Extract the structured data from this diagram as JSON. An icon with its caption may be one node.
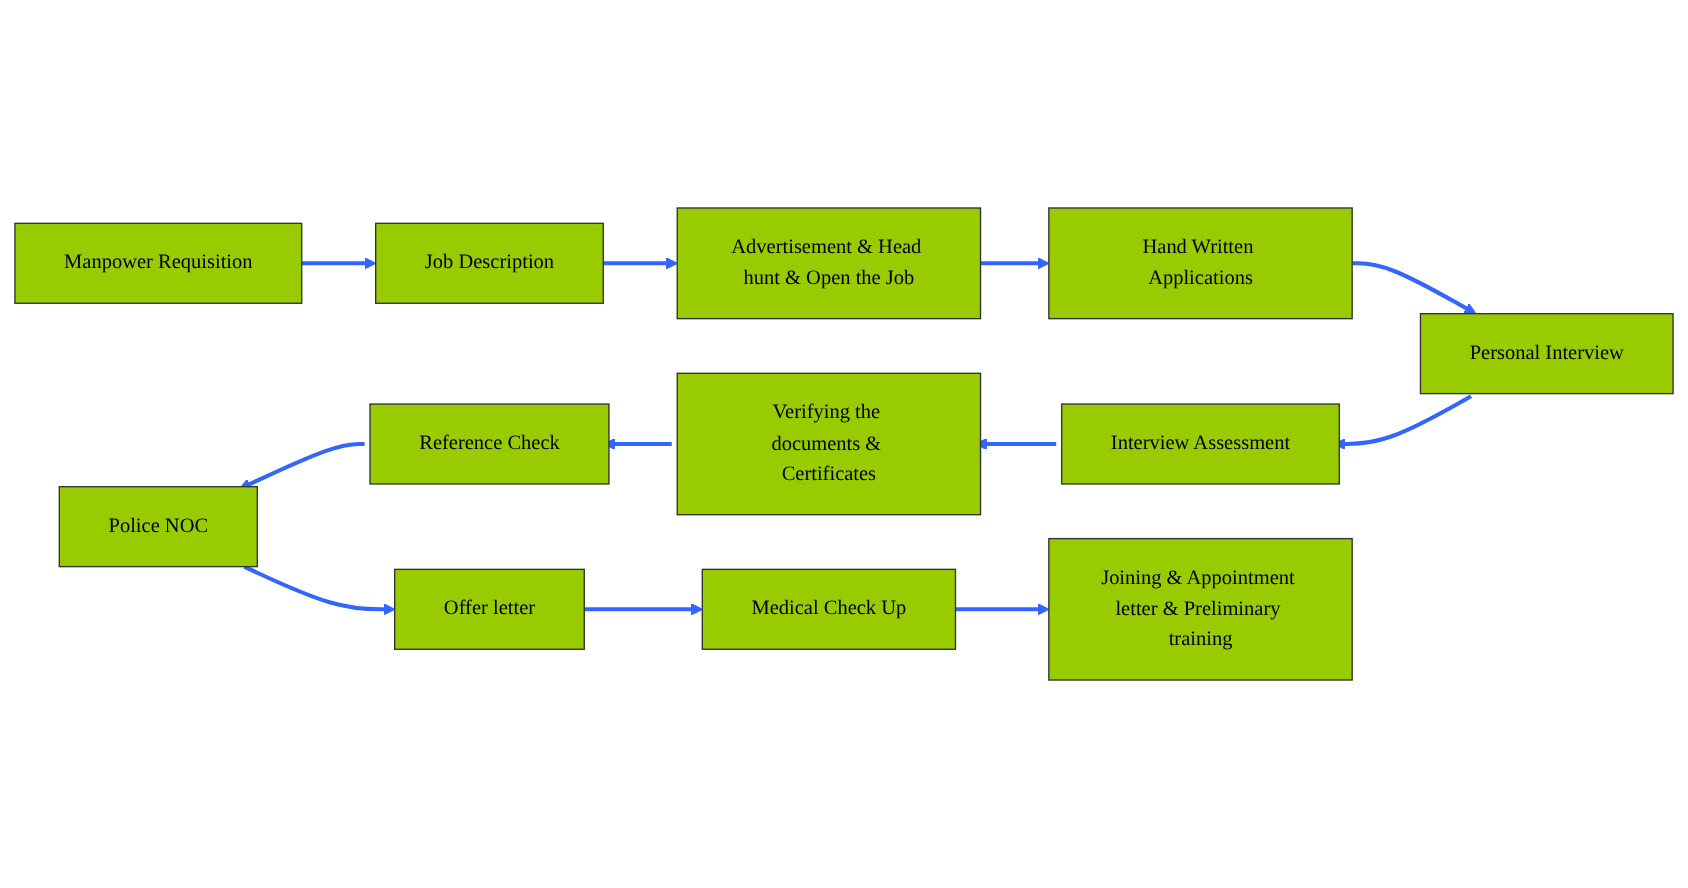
{
  "diagram": {
    "nodes": [
      {
        "text": [
          "Manpower Requisition"
        ]
      },
      {
        "text": [
          "Job Description"
        ]
      },
      {
        "text": [
          "Advertisement & Head hunt & Open the Job"
        ]
      },
      {
        "text": [
          "Hand Written Applications"
        ]
      },
      {
        "text": [
          "Personal Interview"
        ]
      },
      {
        "text": [
          "Interview Assessment"
        ]
      },
      {
        "text": [
          "Verifying the documents & Certificates"
        ]
      },
      {
        "text": [
          "Reference Check"
        ]
      },
      {
        "text": [
          "Police NOC"
        ]
      },
      {
        "text": [
          "Offer letter"
        ]
      },
      {
        "text": [
          "Medical Check Up"
        ]
      },
      {
        "text": [
          "Joining & Appointment letter & Preliminary training"
        ]
      }
    ],
    "edges": [
      {
        "from": 0,
        "to": 1,
        "arrow": "to"
      },
      {
        "from": 1,
        "to": 2,
        "arrow": "to"
      },
      {
        "from": 2,
        "to": 3,
        "arrow": "to"
      },
      {
        "from": 3,
        "to": 4,
        "arrow": "to"
      },
      {
        "from": 4,
        "to": 5,
        "arrow": "to"
      },
      {
        "from": 5,
        "to": 6,
        "arrow": "to"
      },
      {
        "from": 6,
        "to": 7,
        "arrow": "to"
      },
      {
        "from": 7,
        "to": 8,
        "arrow": "to"
      },
      {
        "from": 8,
        "to": 9,
        "arrow": "to"
      },
      {
        "from": 9,
        "to": 10,
        "arrow": "to"
      },
      {
        "from": 10,
        "to": 11,
        "arrow": "to"
      }
    ]
  }
}
